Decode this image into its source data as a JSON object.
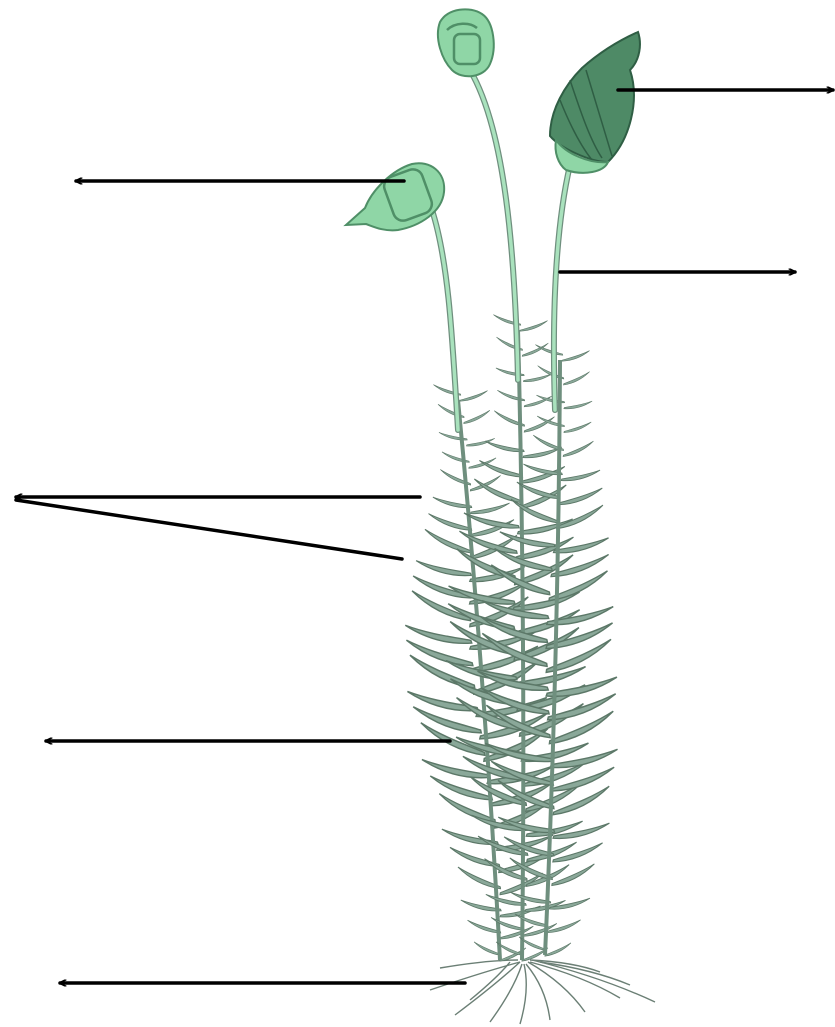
{
  "diagram": {
    "subject": "moss plant",
    "colors": {
      "capsule_fill": "#8fd6a6",
      "capsule_dark": "#4f8f67",
      "calyptra_fill": "#4e8a66",
      "seta_fill": "#a9e2bd",
      "stem": "#6f8f7e",
      "leaf_fill": "#8aa899",
      "leaf_stroke": "#5c7868",
      "rhizoid": "#6b7f75",
      "arrow": "#000000",
      "background": "#ffffff"
    },
    "label_arrows": [
      {
        "name": "arrow-calyptra"
      },
      {
        "name": "arrow-capsule"
      },
      {
        "name": "arrow-seta"
      },
      {
        "name": "arrow-leaves"
      },
      {
        "name": "arrow-stem"
      },
      {
        "name": "arrow-rhizoids"
      }
    ]
  }
}
